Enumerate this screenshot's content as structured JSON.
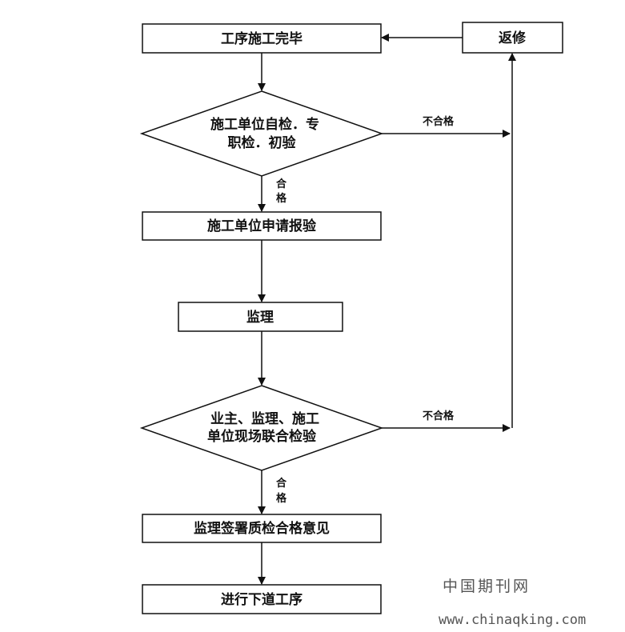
{
  "diagram": {
    "nodes": {
      "work_done": "工序施工完毕",
      "rework": "返修",
      "self_check_line1": "施工单位自检．专",
      "self_check_line2": "职检．初验",
      "apply_inspection": "施工单位申请报验",
      "supervision": "监理",
      "joint_check_line1": "业主、监理、施工",
      "joint_check_line2": "单位现场联合检验",
      "sign_opinion": "监理签署质检合格意见",
      "next_process": "进行下道工序"
    },
    "edge_labels": {
      "fail_1": "不合格",
      "pass_1_a": "合",
      "pass_1_b": "格",
      "fail_2": "不合格",
      "pass_2_a": "合",
      "pass_2_b": "格"
    }
  },
  "watermark": {
    "name": "中国期刊网",
    "url": "www.chinaqking.com"
  }
}
